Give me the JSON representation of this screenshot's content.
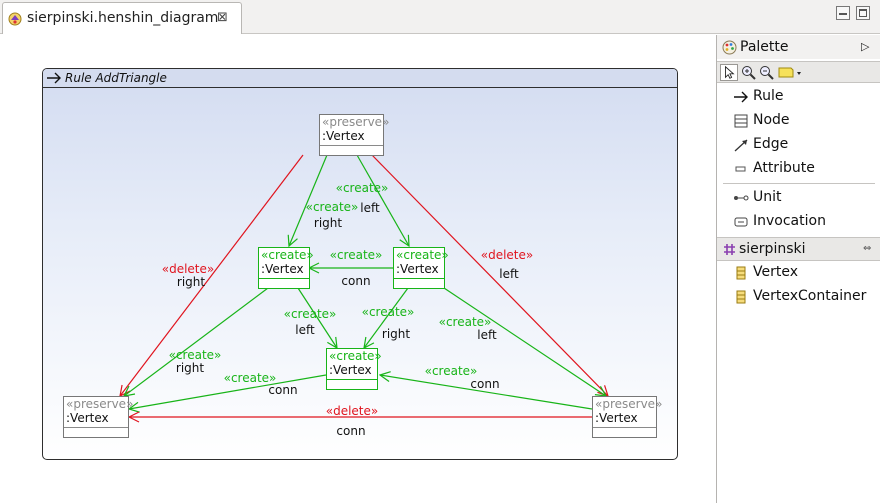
{
  "editor": {
    "tab_title": "sierpinski.henshin_diagram",
    "tab_close": "⊠"
  },
  "rule": {
    "title": "Rule AddTriangle"
  },
  "nodes": {
    "top": {
      "stereotype": "«preserve»",
      "name": ":Vertex"
    },
    "midleft": {
      "stereotype": "«create»",
      "name": ":Vertex"
    },
    "midright": {
      "stereotype": "«create»",
      "name": ":Vertex"
    },
    "center": {
      "stereotype": "«create»",
      "name": ":Vertex"
    },
    "botleft": {
      "stereotype": "«preserve»",
      "name": ":Vertex"
    },
    "botright": {
      "stereotype": "«preserve»",
      "name": ":Vertex"
    }
  },
  "edges": {
    "top_left_delete": {
      "stereotype": "«delete»",
      "role": "right"
    },
    "top_right_delete": {
      "stereotype": "«delete»",
      "role": "left"
    },
    "top_midleft": {
      "stereotype": "«create»",
      "role": "right"
    },
    "top_midright": {
      "stereotype": "«create»",
      "role": "left"
    },
    "midright_midleft": {
      "stereotype": "«create»",
      "role": "conn"
    },
    "midleft_center": {
      "stereotype": "«create»",
      "role": "left"
    },
    "midright_center": {
      "stereotype": "«create»",
      "role": "right"
    },
    "midleft_botleft": {
      "stereotype": "«create»",
      "role": "right"
    },
    "midright_botright": {
      "stereotype": "«create»",
      "role": "left"
    },
    "center_botleft": {
      "stereotype": "«create»",
      "role": "conn"
    },
    "botright_center": {
      "stereotype": "«create»",
      "role": "conn"
    },
    "botright_botleft_delete": {
      "stereotype": "«delete»",
      "role": "conn"
    }
  },
  "colors": {
    "create": "#18b418",
    "delete": "#e0141e",
    "preserve": "#8a8a8a"
  },
  "palette": {
    "title": "Palette",
    "tools": [
      "select-icon",
      "zoom-in-icon",
      "zoom-out-icon",
      "note-icon"
    ],
    "items": [
      {
        "label": "Rule",
        "icon": "rule-arrow-icon"
      },
      {
        "label": "Node",
        "icon": "node-icon"
      },
      {
        "label": "Edge",
        "icon": "edge-icon"
      },
      {
        "label": "Attribute",
        "icon": "attribute-icon"
      },
      {
        "label": "Unit",
        "icon": "unit-icon"
      },
      {
        "label": "Invocation",
        "icon": "invocation-icon"
      }
    ],
    "package": {
      "title": "sierpinski",
      "items": [
        {
          "label": "Vertex",
          "icon": "class-icon"
        },
        {
          "label": "VertexContainer",
          "icon": "class-icon"
        }
      ]
    }
  }
}
